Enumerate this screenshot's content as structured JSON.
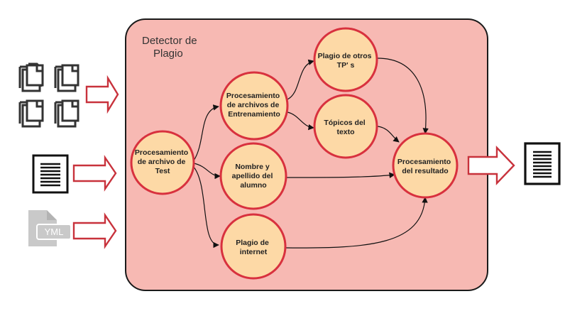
{
  "panel": {
    "title": [
      "Detector de",
      "Plagio"
    ],
    "fill": "#f7b9b3",
    "stroke": "#1a1a1a"
  },
  "node_style": {
    "fill": "#fdd9a6",
    "stroke": "#d8313e"
  },
  "nodes": {
    "test": {
      "lines": [
        "Procesamiento",
        "de archivo de",
        "Test"
      ]
    },
    "training": {
      "lines": [
        "Procesamiento",
        "de archivos de",
        "Entrenamiento"
      ]
    },
    "name": {
      "lines": [
        "Nombre y",
        "apellido del",
        "alumno"
      ]
    },
    "internet": {
      "lines": [
        "Plagio de",
        "internet"
      ]
    },
    "other_tps": {
      "lines": [
        "Plagio de otros",
        "TP' s"
      ]
    },
    "topics": {
      "lines": [
        "Tópicos del",
        "texto"
      ]
    },
    "result": {
      "lines": [
        "Procesamiento",
        "del resultado"
      ]
    }
  },
  "icons": {
    "input_multi": "file-copies-icon",
    "input_single": "document-icon",
    "input_yml": "yml-file-icon",
    "output": "document-icon",
    "yml_label": "YML"
  },
  "arrow_color": "#c8323c"
}
